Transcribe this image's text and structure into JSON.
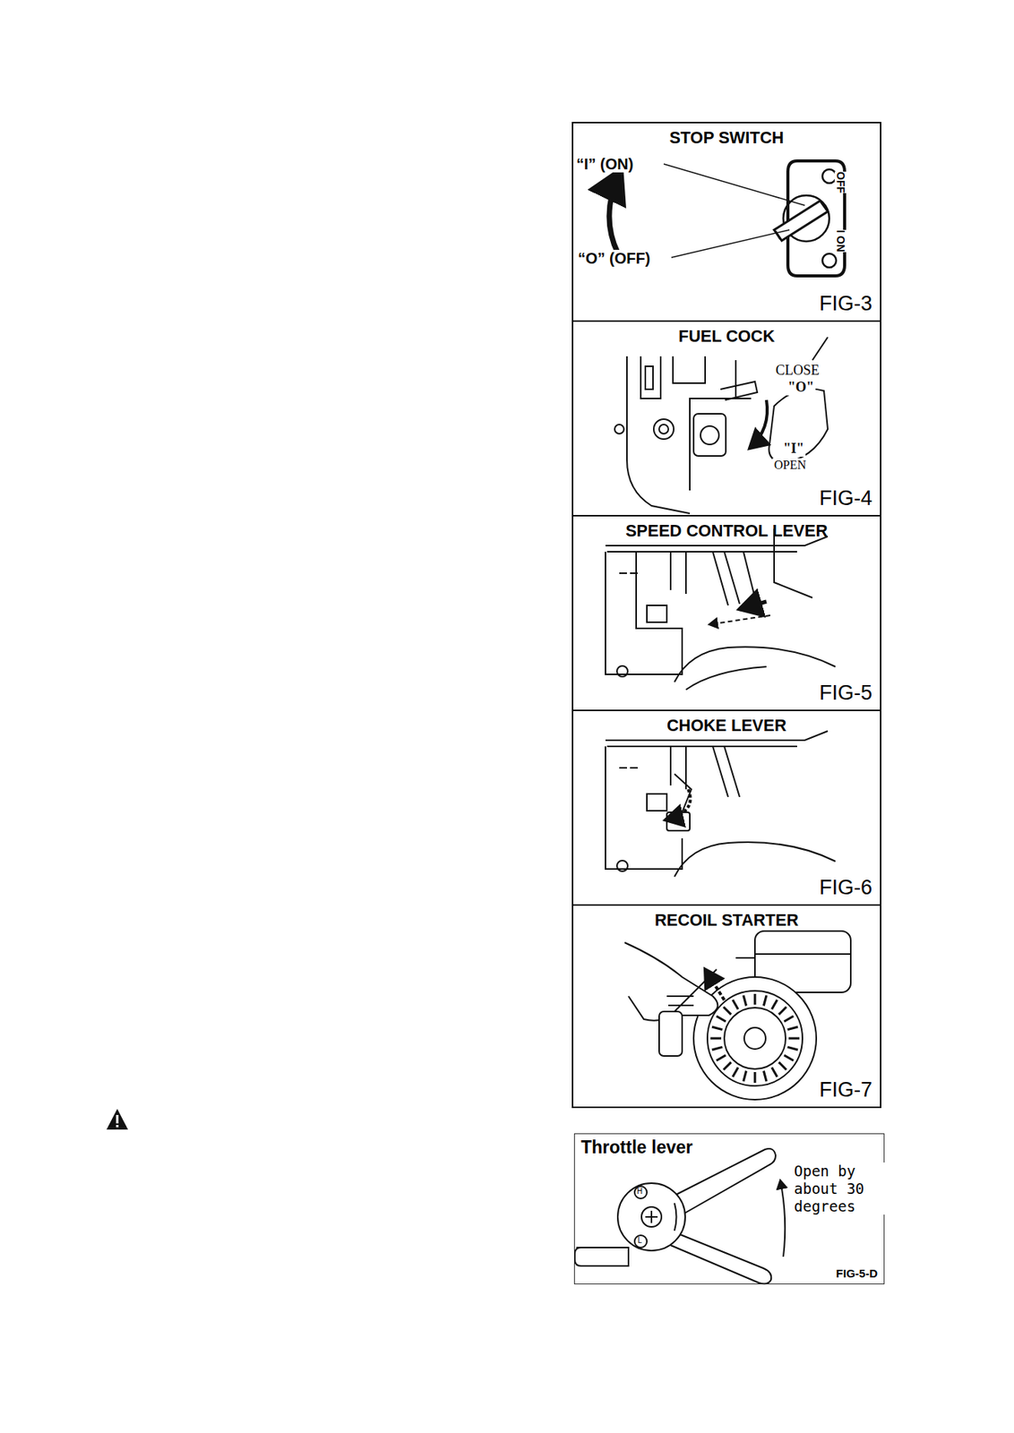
{
  "diagram": {
    "nodes": [
      {
        "text": [
          "STOP SWITCH",
          "FIG-3"
        ]
      },
      {
        "text": [
          "FUEL COCK",
          "FIG-4"
        ]
      },
      {
        "text": [
          "SPEED CONTROL LEVER",
          "FIG-5"
        ]
      },
      {
        "text": [
          "CHOKE LEVER",
          "FIG-6"
        ]
      },
      {
        "text": [
          "RECOIL STARTER",
          "FIG-7"
        ]
      },
      {
        "text": [
          "Throttle lever",
          "FIG-5-D"
        ]
      }
    ],
    "labels": [
      "“I” (ON)",
      "“O” (OFF)",
      "OFF",
      "I ON",
      "CLOSE",
      "\"O\"",
      "\"I\"",
      "OPEN",
      "H",
      "L",
      "Open by about 30 degrees"
    ]
  }
}
